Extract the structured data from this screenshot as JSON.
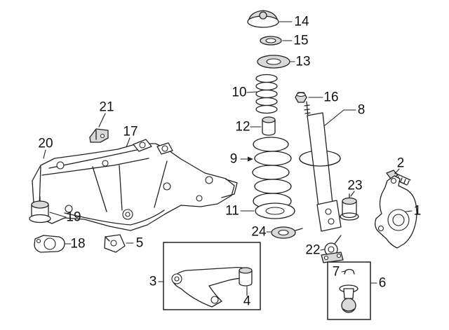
{
  "diagram": {
    "colors": {
      "background": "#ffffff",
      "line": "#222222",
      "label": "#111111",
      "shading": "#d9d9d9"
    },
    "callouts": [
      {
        "id": "14"
      },
      {
        "id": "15"
      },
      {
        "id": "13"
      },
      {
        "id": "10"
      },
      {
        "id": "16"
      },
      {
        "id": "8"
      },
      {
        "id": "12"
      },
      {
        "id": "9"
      },
      {
        "id": "11"
      },
      {
        "id": "24"
      },
      {
        "id": "2"
      },
      {
        "id": "23"
      },
      {
        "id": "1"
      },
      {
        "id": "22"
      },
      {
        "id": "7"
      },
      {
        "id": "6"
      },
      {
        "id": "21"
      },
      {
        "id": "17"
      },
      {
        "id": "20"
      },
      {
        "id": "19"
      },
      {
        "id": "18"
      },
      {
        "id": "5"
      },
      {
        "id": "3"
      },
      {
        "id": "4"
      }
    ]
  }
}
